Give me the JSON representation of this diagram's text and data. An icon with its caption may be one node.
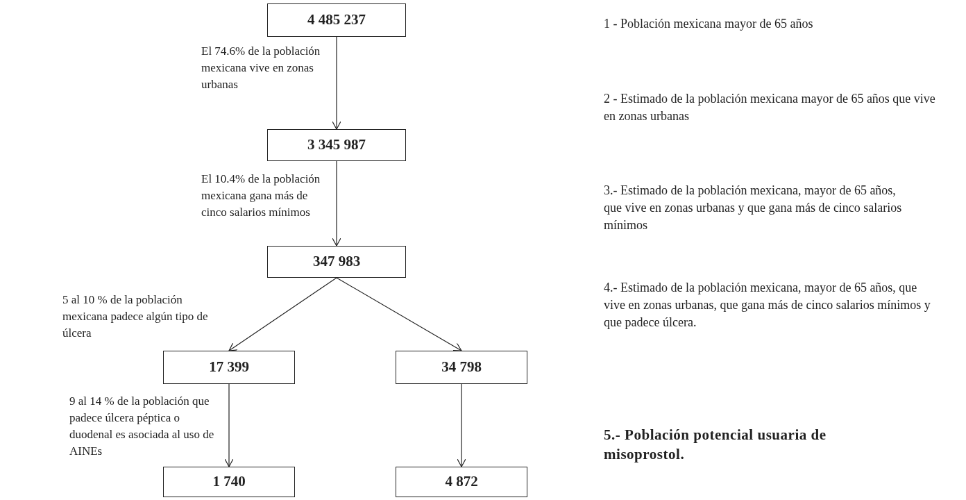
{
  "diagram": {
    "nodes": [
      {
        "text": [
          "4 485 237"
        ]
      },
      {
        "text": [
          "3 345 987"
        ]
      },
      {
        "text": [
          "347 983"
        ]
      },
      {
        "text": [
          "17 399"
        ]
      },
      {
        "text": [
          "34 798"
        ]
      },
      {
        "text": [
          "1 740"
        ]
      },
      {
        "text": [
          "4 872"
        ]
      }
    ],
    "edges": [
      {
        "from": 0,
        "to": 1,
        "arrow": "to",
        "label": "El 74.6% de la población mexicana vive en zonas urbanas"
      },
      {
        "from": 1,
        "to": 2,
        "arrow": "to",
        "label": "El 10.4% de la población mexicana gana más de cinco salarios mínimos"
      },
      {
        "from": 2,
        "to": 3,
        "arrow": "to",
        "label": "5 al 10 % de la población mexicana padece  algún tipo de úlcera"
      },
      {
        "from": 2,
        "to": 4,
        "arrow": "to"
      },
      {
        "from": 3,
        "to": 5,
        "arrow": "to",
        "label": "9 al 14 % de la población que padece úlcera péptica o duodenal es asociada al uso de AINEs"
      },
      {
        "from": 4,
        "to": 6,
        "arrow": "to"
      }
    ],
    "labels": [
      "1 - Población mexicana mayor de 65 años",
      "2 - Estimado de la población mexicana mayor de 65 años que vive en zonas urbanas",
      "3.- Estimado de la población mexicana, mayor de 65 años, que vive en zonas urbanas y que gana más de cinco salarios mínimos",
      "4.- Estimado de la población mexicana, mayor de 65 años, que vive en zonas urbanas, que gana más de cinco salarios mínimos y que padece úlcera.",
      "5.- Población potencial usuaria de misoprostol."
    ]
  }
}
